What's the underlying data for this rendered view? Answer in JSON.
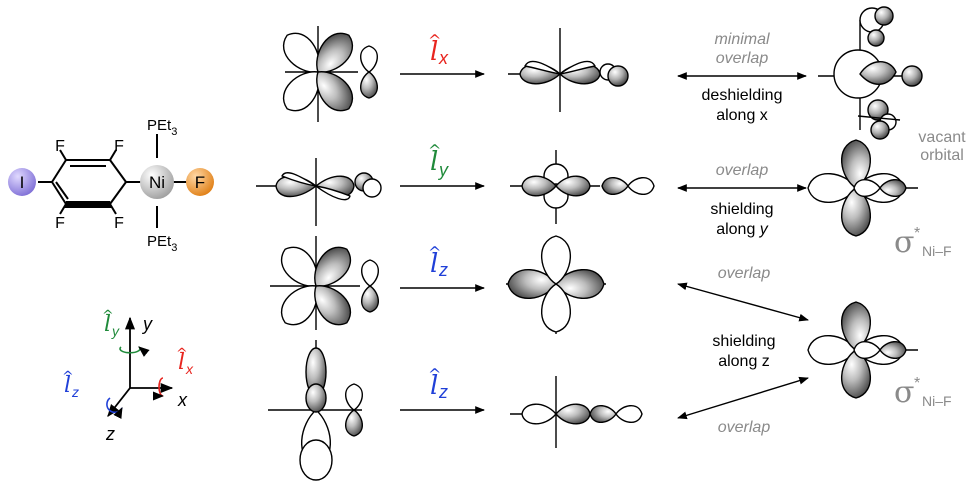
{
  "colors": {
    "red": "#e8251f",
    "green": "#1f8a3a",
    "blue": "#2040d8",
    "gray_text": "#8a8a8a",
    "iodine": "#9a8be0",
    "fluorine": "#f0962a",
    "nickel": "#bdbdbd"
  },
  "molecule": {
    "iodine": "I",
    "nickel": "Ni",
    "fluoride": "F",
    "ring_f": [
      "F",
      "F",
      "F",
      "F"
    ],
    "top_ligand": "PEt",
    "bottom_ligand": "PEt",
    "ligand_subscript": "3"
  },
  "axes": {
    "x": "x",
    "y": "y",
    "z": "z",
    "operator": "l",
    "hat": "^",
    "sub_x": "x",
    "sub_y": "y",
    "sub_z": "z"
  },
  "rows": [
    {
      "operator_sub": "x",
      "operator_color": "red"
    },
    {
      "operator_sub": "y",
      "operator_color": "green"
    },
    {
      "operator_sub": "z",
      "operator_color": "blue"
    },
    {
      "operator_sub": "z",
      "operator_color": "blue"
    }
  ],
  "annotations": {
    "minimal_overlap_1": "minimal",
    "minimal_overlap_2": "overlap",
    "deshielding_1": "deshielding",
    "deshielding_2": "along x",
    "overlap_row2": "overlap",
    "shielding_y_1": "shielding",
    "shielding_y_2": "along",
    "shielding_y_3": "y",
    "overlap_row3": "overlap",
    "shielding_z_1": "shielding",
    "shielding_z_2": "along z",
    "overlap_row4": "overlap",
    "vacant_1": "vacant",
    "vacant_2": "orbital",
    "sigma": "σ",
    "star": "*",
    "sigma_sub": "Ni–F"
  }
}
